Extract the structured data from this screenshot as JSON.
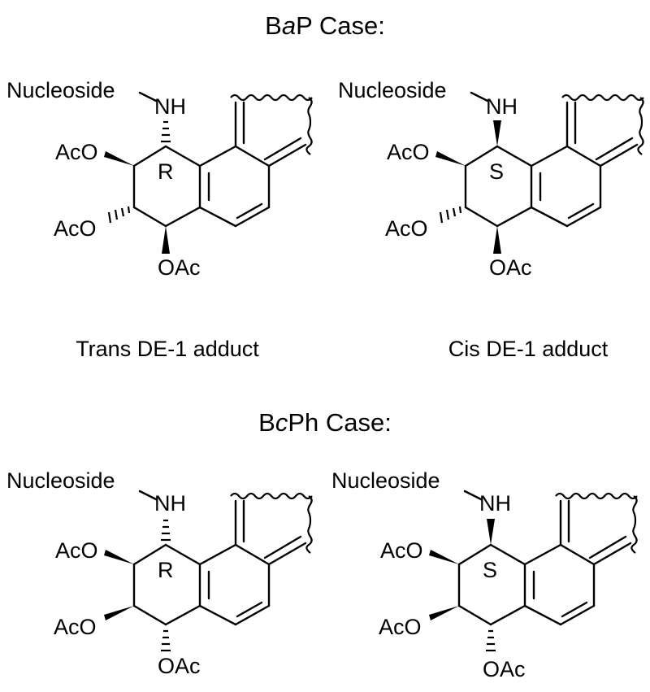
{
  "sections": [
    {
      "title_pre": "B",
      "title_it": "a",
      "title_post": "P Case:",
      "left": {
        "nucleoside": "Nucleoside",
        "nh": "NH",
        "aco_top": "AcO",
        "aco_mid": "AcO",
        "oac": "OAc",
        "stereo": "R",
        "caption": "Trans DE-1 adduct"
      },
      "right": {
        "nucleoside": "Nucleoside",
        "nh": "NH",
        "aco_top": "AcO",
        "aco_mid": "AcO",
        "oac": "OAc",
        "stereo": "S",
        "caption": "Cis DE-1 adduct"
      }
    },
    {
      "title_pre": "B",
      "title_it": "c",
      "title_post": "Ph Case:",
      "left": {
        "nucleoside": "Nucleoside",
        "nh": "NH",
        "aco_top": "AcO",
        "aco_mid": "AcO",
        "oac": "OAc",
        "stereo": "R"
      },
      "right": {
        "nucleoside": "Nucleoside",
        "nh": "NH",
        "aco_top": "AcO",
        "aco_mid": "AcO",
        "oac": "OAc",
        "stereo": "S"
      }
    }
  ]
}
